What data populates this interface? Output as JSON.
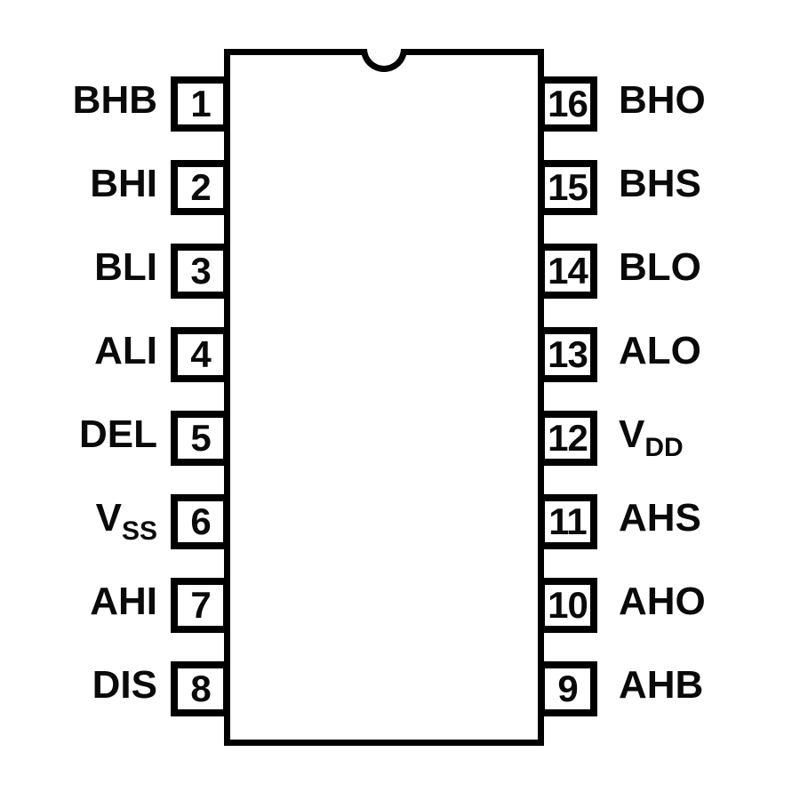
{
  "diagram": {
    "kind": "ic-pinout",
    "pin_count_visible": 16,
    "colors": {
      "line": "#000000",
      "background": "#ffffff",
      "text": "#0a0a0a"
    }
  },
  "pins": {
    "left": [
      {
        "number": "1",
        "label": "BHB",
        "subscript": ""
      },
      {
        "number": "2",
        "label": "BHI",
        "subscript": ""
      },
      {
        "number": "3",
        "label": "BLI",
        "subscript": ""
      },
      {
        "number": "4",
        "label": "ALI",
        "subscript": ""
      },
      {
        "number": "5",
        "label": "DEL",
        "subscript": ""
      },
      {
        "number": "6",
        "label": "V",
        "subscript": "SS"
      },
      {
        "number": "7",
        "label": "AHI",
        "subscript": ""
      },
      {
        "number": "8",
        "label": "DIS",
        "subscript": ""
      }
    ],
    "right": [
      {
        "number": "16",
        "label": "BHO",
        "subscript": ""
      },
      {
        "number": "15",
        "label": "BHS",
        "subscript": ""
      },
      {
        "number": "14",
        "label": "BLO",
        "subscript": ""
      },
      {
        "number": "13",
        "label": "ALO",
        "subscript": ""
      },
      {
        "number": "12",
        "label": "V",
        "subscript": "DD"
      },
      {
        "number": "11",
        "label": "AHS",
        "subscript": ""
      },
      {
        "number": "10",
        "label": "AHO",
        "subscript": ""
      },
      {
        "number": "9",
        "label": "AHB",
        "subscript": ""
      }
    ]
  }
}
